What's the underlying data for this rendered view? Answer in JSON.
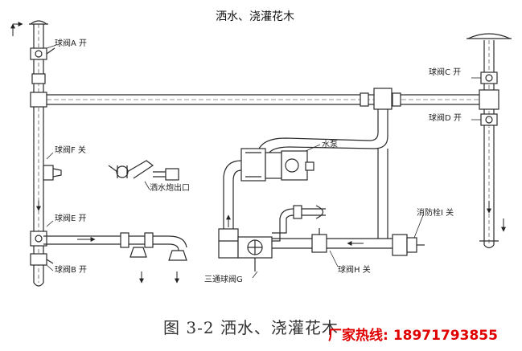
{
  "diagram": {
    "title": "洒水、浇灌花木",
    "caption": "图 3-2 洒水、浇灌花木",
    "labels": {
      "valve_a": "球阀A 开",
      "valve_b": "球阀B 开",
      "valve_c": "球阀C 开",
      "valve_d": "球阀D 开",
      "valve_e": "球阀E 开",
      "valve_f": "球阀F 关",
      "valve_h": "球阀H 关",
      "pump": "水泵",
      "cannon_outlet": "洒水炮出口",
      "hydrant": "消防栓I 关",
      "three_way_valve": "三通球阀G"
    },
    "hotline": {
      "label": "厂家热线:",
      "number": "18971793855"
    },
    "colors": {
      "line": "#2a2a2a",
      "hotline": "#e10000"
    }
  }
}
